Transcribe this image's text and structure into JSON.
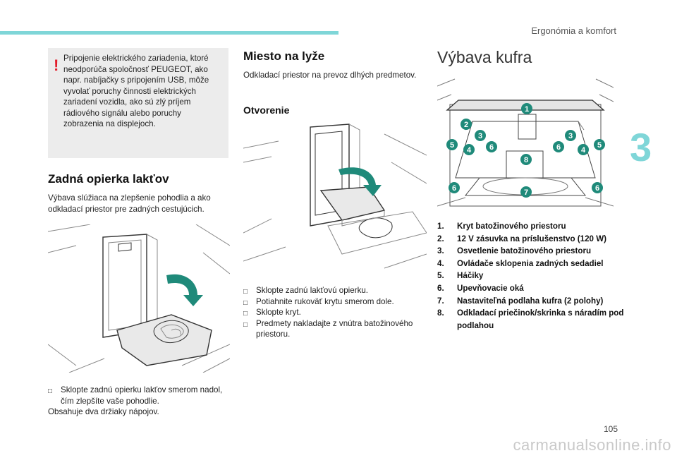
{
  "header": {
    "chapter_title": "Ergonómia a komfort",
    "chapter_number": "3"
  },
  "warning": {
    "icon": "exclamation-icon",
    "text": "Pripojenie elektrického zariadenia, ktoré neodporúča spoločnosť PEUGEOT, ako napr. nabíjačky s pripojením USB, môže vyvolať poruchy činnosti elektrických zariadení vozidla, ako sú zlý príjem rádiového signálu alebo poruchy zobrazenia na displejoch.",
    "color": "#e21c2a"
  },
  "armrest": {
    "title": "Zadná opierka lakťov",
    "intro": "Výbava slúžiaca na zlepšenie pohodlia a ako odkladací priestor pre zadných cestujúcich.",
    "steps": [
      "Sklopte zadnú opierku lakťov smerom nadol, čím zlepšíte vaše pohodlie."
    ],
    "note": "Obsahuje dva držiaky nápojov."
  },
  "ski": {
    "title": "Miesto na lyže",
    "intro": "Odkladací priestor na prevoz dlhých predmetov.",
    "subtitle": "Otvorenie",
    "steps": [
      "Sklopte zadnú lakťovú opierku.",
      "Potiahnite rukoväť krytu smerom dole.",
      "Sklopte kryt.",
      "Predmety nakladajte z vnútra batožinového priestoru."
    ]
  },
  "boot": {
    "title": "Výbava kufra",
    "callouts": [
      "1",
      "2",
      "3",
      "3",
      "4",
      "4",
      "5",
      "5",
      "6",
      "6",
      "6",
      "6",
      "7",
      "8"
    ],
    "legend": [
      {
        "n": "1.",
        "text": "Kryt batožinového priestoru"
      },
      {
        "n": "2.",
        "text": "12 V zásuvka na príslušenstvo (120 W)"
      },
      {
        "n": "3.",
        "text": "Osvetlenie batožinového priestoru"
      },
      {
        "n": "4.",
        "text": "Ovládače sklopenia zadných sedadiel"
      },
      {
        "n": "5.",
        "text": "Háčiky"
      },
      {
        "n": "6.",
        "text": "Upevňovacie oká"
      },
      {
        "n": "7.",
        "text": "Nastaviteľná podlaha kufra (2 polohy)"
      },
      {
        "n": "8.",
        "text": "Odkladací priečinok/skrinka s náradím pod podlahou"
      }
    ]
  },
  "colors": {
    "accent": "#7fd6d8",
    "callout": "#1f8a7a",
    "arrow": "#1f8a7a"
  },
  "footer": {
    "page_number": "105",
    "watermark": "carmanualsonline.info"
  }
}
